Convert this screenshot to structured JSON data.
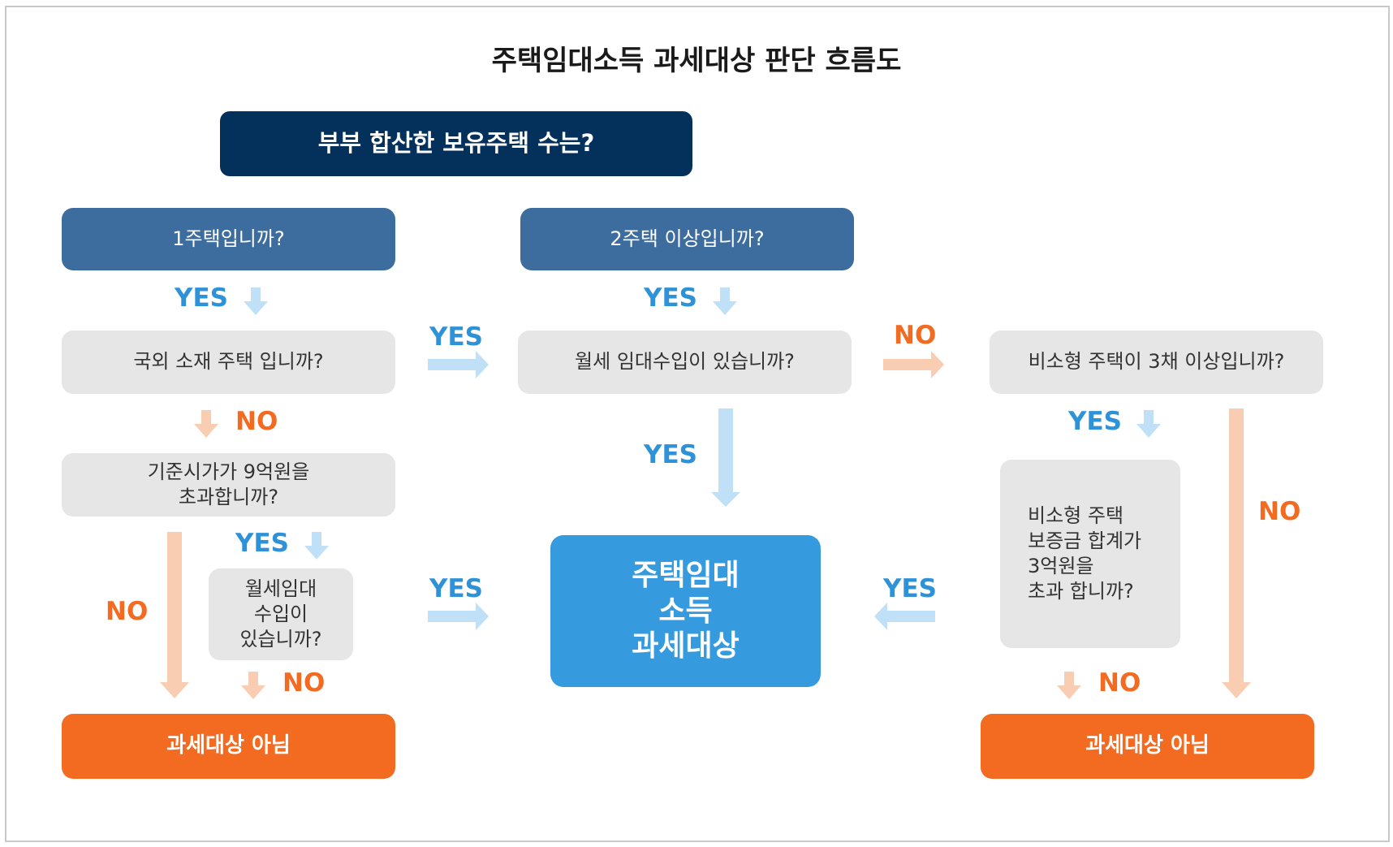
{
  "title": "주택임대소득 과세대상 판단 흐름도",
  "nodes": {
    "start": "부부 합산한 보유주택 수는?",
    "one_house": "1주택입니까?",
    "two_plus": "2주택 이상입니까?",
    "overseas": "국외 소재 주택 입니까?",
    "monthly_rent_main": "월세 임대수입이 있습니까?",
    "small_houses": "비소형 주택이 3채 이상입니까?",
    "price_over": "기준시가가 9억원을\n초과합니까?",
    "monthly_rent_small": "월세임대\n수입이\n있습니까?",
    "taxable": "주택임대\n소득\n과세대상",
    "deposit_over": "비소형 주택\n보증금 합계가\n3억원을\n초과 합니까?",
    "not_taxable_left": "과세대상 아님",
    "not_taxable_right": "과세대상 아님"
  },
  "labels": {
    "yes": "YES",
    "no": "NO"
  },
  "colors": {
    "navy": "#03315c",
    "steel_blue": "#3d6d9f",
    "grey": "#e6e6e6",
    "bright_blue": "#369ade",
    "orange": "#f26b21",
    "yes_text": "#2e92d8",
    "yes_arrow": "#bfe0f6",
    "no_arrow": "#f9cdb2"
  }
}
